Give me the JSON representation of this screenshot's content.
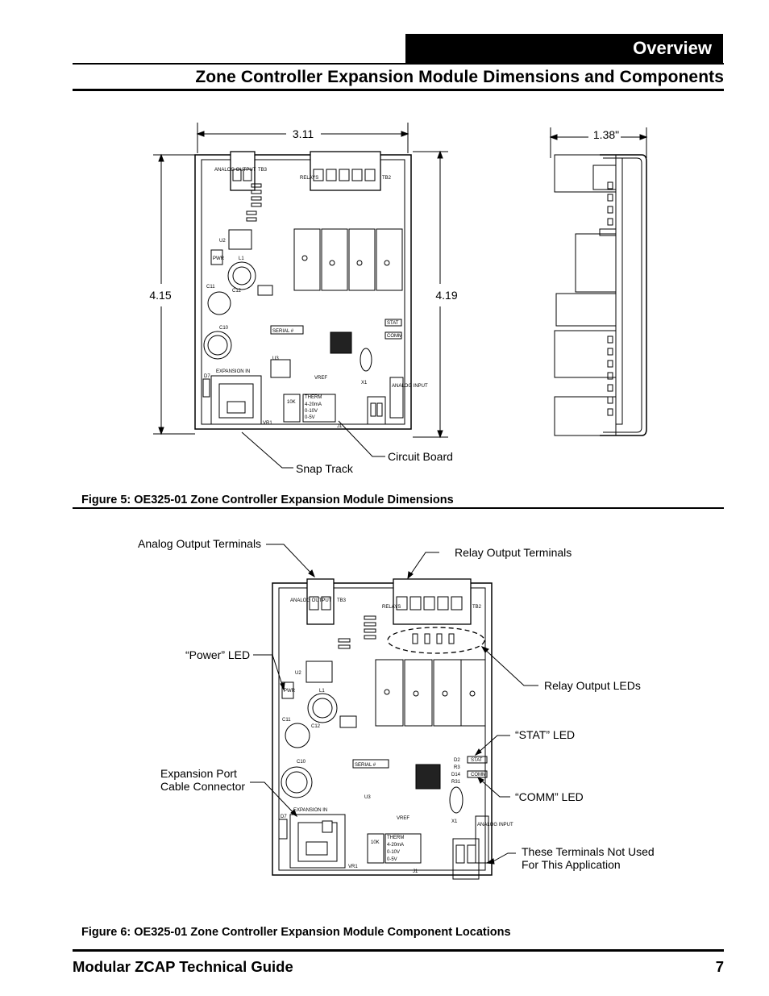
{
  "header": {
    "section": "Overview",
    "title": "Zone Controller Expansion Module Dimensions and Components"
  },
  "figure5": {
    "caption": "Figure 5:  OE325-01 Zone Controller Expansion Module Dimensions",
    "dim_width": "3.11",
    "dim_depth": "1.38\"",
    "dim_height_left": "4.15",
    "dim_height_right": "4.19",
    "callout_circuit_board": "Circuit Board",
    "callout_snap_track": "Snap Track"
  },
  "figure6": {
    "caption": "Figure 6:  OE325-01 Zone Controller Expansion Module Component Locations",
    "callout_analog_output": "Analog Output Terminals",
    "callout_relay_output": "Relay Output Terminals",
    "callout_power_led": "“Power” LED",
    "callout_relay_leds": "Relay Output LEDs",
    "callout_stat_led": "“STAT” LED",
    "callout_expansion_port_1": "Expansion Port",
    "callout_expansion_port_2": "Cable Connector",
    "callout_comm_led": "“COMM” LED",
    "callout_not_used_1": "These Terminals Not Used",
    "callout_not_used_2": "For This Application"
  },
  "board": {
    "analog_output": "ANALOG OUTPUT",
    "relays": "RELAYS",
    "tb3": "TB3",
    "tb2": "TB2",
    "expansion_in": "EXPANSION IN",
    "serial": "SERIAL #",
    "vref": "VREF",
    "therm": "THERM",
    "ma": "4-20mA",
    "v10": "0-10V",
    "v5": "0-5V",
    "analog_input": "ANALOG INPUT",
    "pwr": "PWR",
    "stat": "STAT",
    "comm": "COMM",
    "u2": "U2",
    "u3": "U3",
    "l1": "L1",
    "d7": "D7",
    "c11": "C11",
    "c10": "C10",
    "c12": "C12",
    "k10": "10K",
    "x1": "X1",
    "vr1": "VR1",
    "j1": "J1",
    "d2": "D2",
    "d14": "D14",
    "r3": "R3",
    "r31": "R31"
  },
  "footer": {
    "guide_title": "Modular ZCAP Technical Guide",
    "page_number": "7"
  }
}
